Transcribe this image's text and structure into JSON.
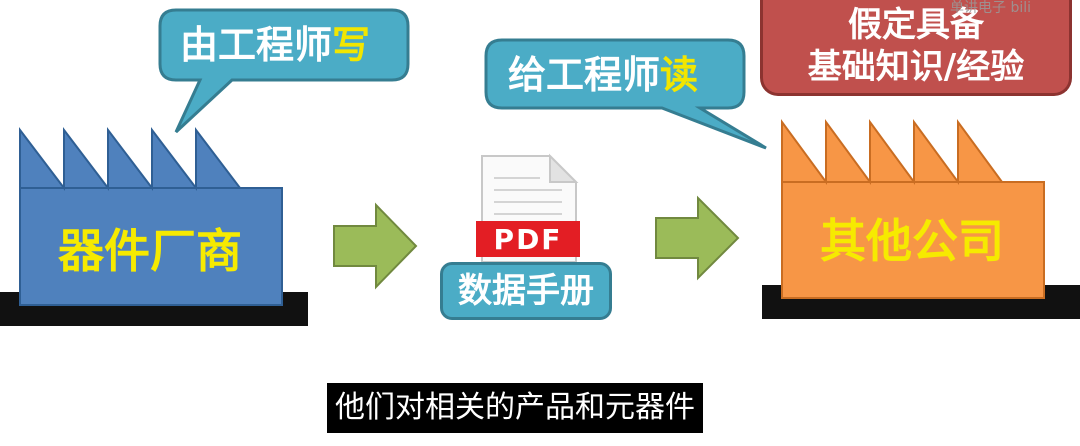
{
  "bubbles": {
    "left": {
      "prefix": "由工程师",
      "highlight": "写"
    },
    "middle": {
      "prefix": "给工程师",
      "highlight": "读"
    }
  },
  "assumption": {
    "line1": "假定具备",
    "line2": "基础知识/经验"
  },
  "factories": {
    "manufacturer": "器件厂商",
    "other": "其他公司"
  },
  "document": {
    "badge": "PDF",
    "caption": "数据手册"
  },
  "subtitle": "他们对相关的产品和元器件",
  "watermark": "单讲电子 bili",
  "colors": {
    "bubble": "#4bacc6",
    "manufacturer": "#4f81bd",
    "other": "#f79646",
    "arrow": "#9bbb59",
    "assumption": "#c0504d",
    "pdf_badge": "#e31e24",
    "highlight": "#f2e600"
  }
}
